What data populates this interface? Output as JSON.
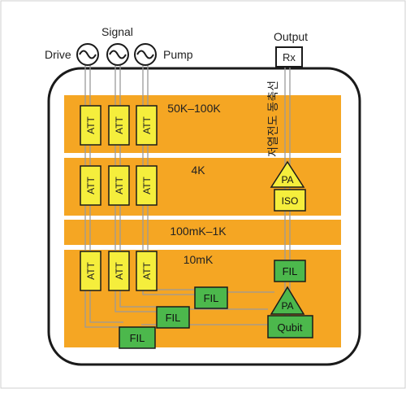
{
  "sources": {
    "drive": "Drive",
    "signal": "Signal",
    "pump": "Pump"
  },
  "output": {
    "label": "Output",
    "rx": "Rx"
  },
  "cable_label": "저열전도 동축선",
  "stages": {
    "s1": "50K–100K",
    "s2": "4K",
    "s3": "100mK–1K",
    "s4": "10mK"
  },
  "components": {
    "att": "ATT",
    "pa": "PA",
    "iso": "ISO",
    "fil": "FIL",
    "qubit": "Qubit"
  },
  "colors": {
    "stage": "#F5A623",
    "component": "#F5EE3C",
    "filter": "#4CB84C",
    "line": "#9A9A9A"
  }
}
